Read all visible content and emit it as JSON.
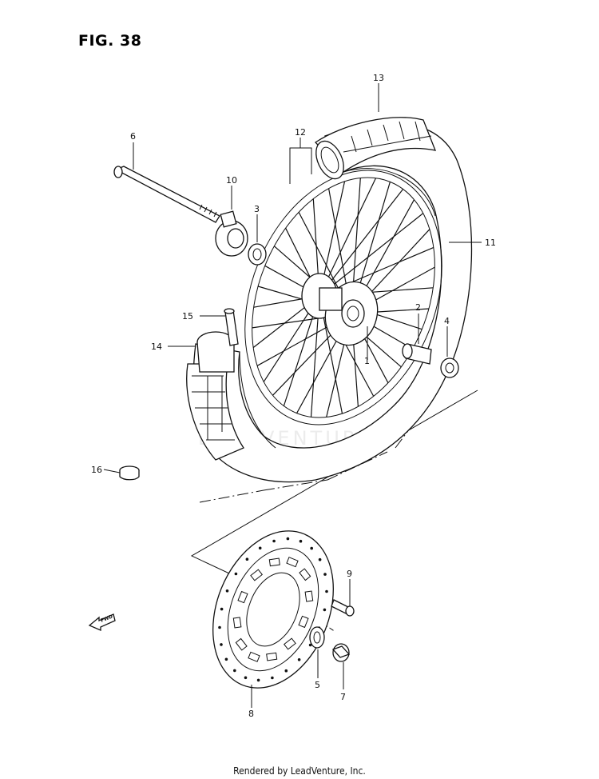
{
  "figure": {
    "title": "FIG. 38",
    "watermark": "LEADVENTURE",
    "footer": "Rendered by LeadVenture, Inc.",
    "fwd_label": "FWD"
  },
  "callouts": [
    "1",
    "2",
    "3",
    "4",
    "5",
    "6",
    "7",
    "8",
    "9",
    "10",
    "11",
    "12",
    "13",
    "14",
    "15",
    "16"
  ],
  "colors": {
    "line": "#111111",
    "background": "#ffffff",
    "watermark": "#ececec"
  }
}
